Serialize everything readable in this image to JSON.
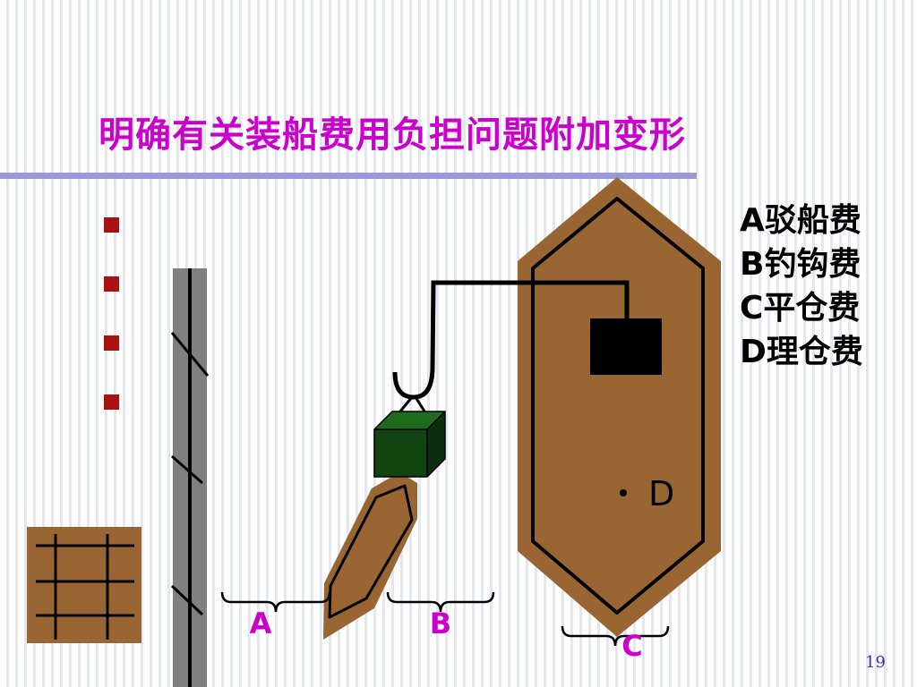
{
  "slide": {
    "title": "明确有关装船费用负担问题附加变形",
    "page_number": "19",
    "bullet_count": 4,
    "title_color": "#cc00cc",
    "rule_color": "#9999dd",
    "bullet_color": "#aa1111"
  },
  "legend": [
    {
      "letter": "A",
      "text": "驳船费"
    },
    {
      "letter": "B",
      "text": "钓钩费"
    },
    {
      "letter": "C",
      "text": "平仓费"
    },
    {
      "letter": "D",
      "text": "理仓费"
    }
  ],
  "diagram": {
    "range_labels": {
      "a": "A",
      "b": "B",
      "c": "C"
    },
    "point_label": "D",
    "colors": {
      "wood": "#996633",
      "pole": "#808080",
      "cargo": "#114411",
      "hook": "#000000"
    }
  }
}
